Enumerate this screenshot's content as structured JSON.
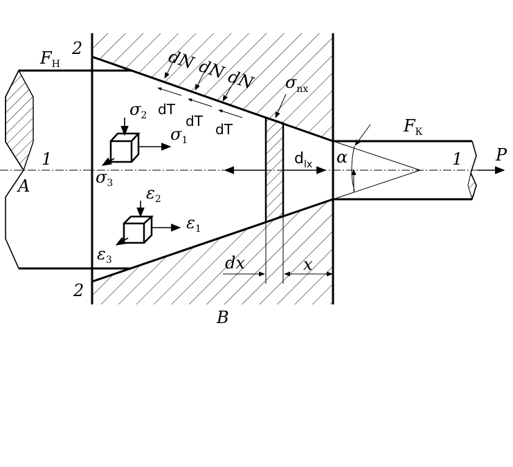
{
  "labels": {
    "section_2_top": "2",
    "section_2_bottom": "2",
    "axis_1_left": "1",
    "axis_1_right": "1",
    "point_A": "A",
    "point_B": "B",
    "force_P": "P",
    "area_initial": "F",
    "area_initial_sub": "Н",
    "area_final": "F",
    "area_final_sub": "К",
    "dN_1": "dN",
    "dN_2": "dN",
    "dN_3": "dN",
    "dT_1": "dT",
    "dT_2": "dT",
    "dT_3": "dT",
    "sigma_nx": "σ",
    "sigma_nx_sub": "nx",
    "sigma_1": "σ",
    "sigma_1_sub": "1",
    "sigma_2": "σ",
    "sigma_2_sub": "2",
    "sigma_3": "σ",
    "sigma_3_sub": "3",
    "eps_1": "ε",
    "eps_1_sub": "1",
    "eps_2": "ε",
    "eps_2_sub": "2",
    "eps_3": "ε",
    "eps_3_sub": "3",
    "d_x": "d",
    "d_x_sub": "lx",
    "alpha": "α",
    "dx": "dx",
    "x": "x"
  }
}
